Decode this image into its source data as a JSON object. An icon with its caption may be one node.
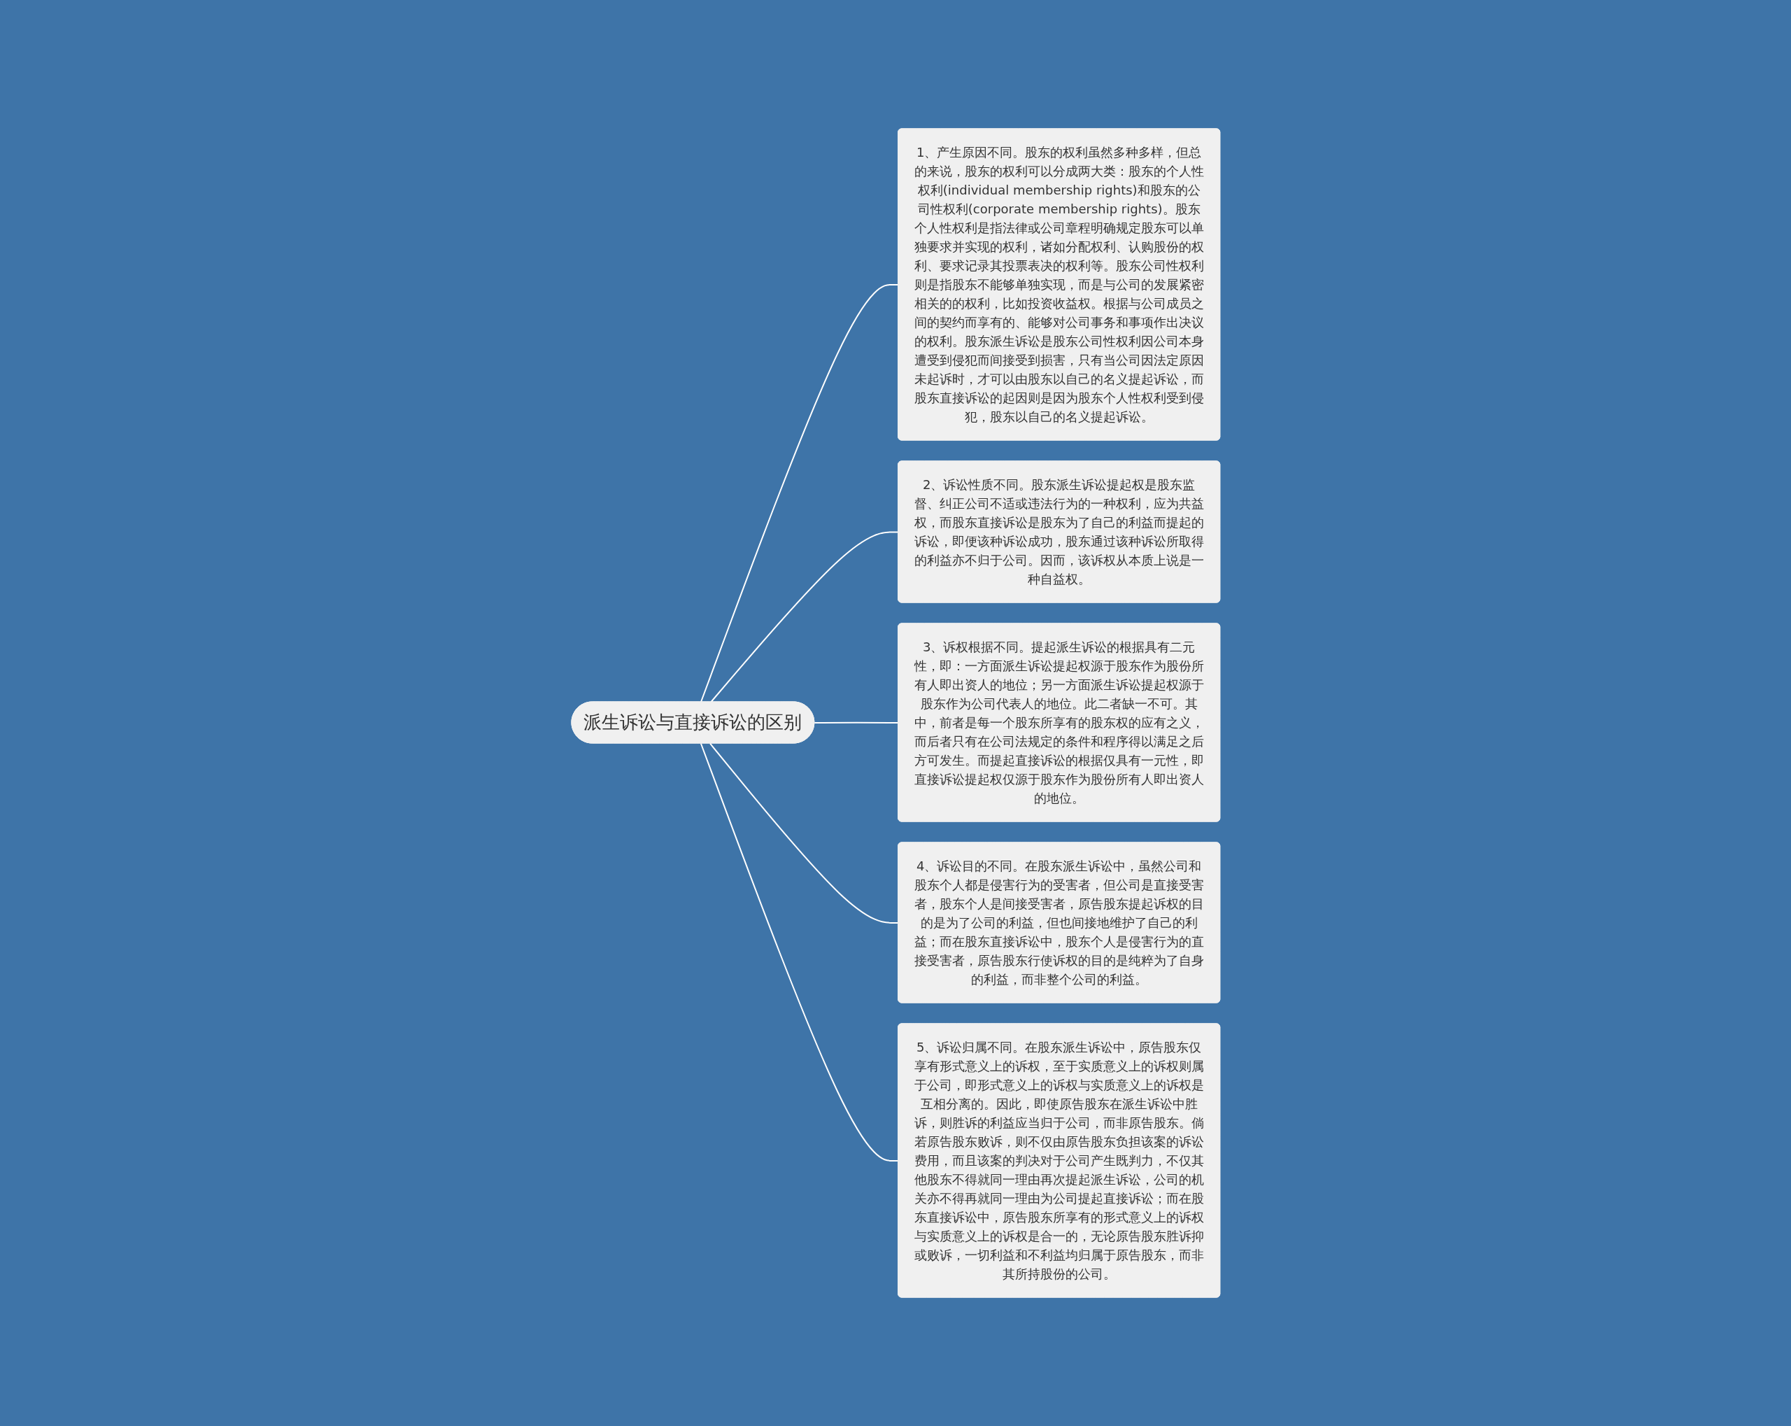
{
  "diagram": {
    "nodes": [
      {
        "text": [
          "派生诉讼与直接诉讼的区别"
        ]
      },
      {
        "text": [
          "1、产生原因不同。股东的权利虽然多种多样，但总的来说，股东的权利可以分成两大类：股东的个人性权利(individual membership rights)和股东的公司性权利(corporate membership rights)。股东个人性权利是指法律或公司章程明确规定股东可以单独要求并实现的权利，诸如分配权利、认购股份的权利、要求记录其投票表决的权利等。股东公司性权利则是指股东不能够单独实现，而是与公司的发展紧密相关的的权利，比如投资收益权。根据与公司成员之间的契约而享有的、能够对公司事务和事项作出决议的权利。股东派生诉讼是股东公司性权利因公司本身遭受到侵犯而间接受到损害，只有当公司因法定原因未起诉时，才可以由股东以自己的名义提起诉讼，而股东直接诉讼的起因则是因为股东个人性权利受到侵犯，股东以自己的名义提起诉讼。"
        ]
      },
      {
        "text": [
          "2、诉讼性质不同。股东派生诉讼提起权是股东监督、纠正公司不适或违法行为的一种权利，应为共益权，而股东直接诉讼是股东为了自己的利益而提起的诉讼，即便该种诉讼成功，股东通过该种诉讼所取得的利益亦不归于公司。因而，该诉权从本质上说是一种自益权。"
        ]
      },
      {
        "text": [
          "3、诉权根据不同。提起派生诉讼的根据具有二元性，即：一方面派生诉讼提起权源于股东作为股份所有人即出资人的地位；另一方面派生诉讼提起权源于股东作为公司代表人的地位。此二者缺一不可。其中，前者是每一个股东所享有的股东权的应有之义，而后者只有在公司法规定的条件和程序得以满足之后方可发生。而提起直接诉讼的根据仅具有一元性，即直接诉讼提起权仅源于股东作为股份所有人即出资人的地位。"
        ]
      },
      {
        "text": [
          "4、诉讼目的不同。在股东派生诉讼中，虽然公司和股东个人都是侵害行为的受害者，但公司是直接受害者，股东个人是间接受害者，原告股东提起诉权的目的是为了公司的利益，但也间接地维护了自己的利益；而在股东直接诉讼中，股东个人是侵害行为的直接受害者，原告股东行使诉权的目的是纯粹为了自身的利益，而非整个公司的利益。"
        ]
      },
      {
        "text": [
          "5、诉讼归属不同。在股东派生诉讼中，原告股东仅享有形式意义上的诉权，至于实质意义上的诉权则属于公司，即形式意义上的诉权与实质意义上的诉权是互相分离的。因此，即使原告股东在派生诉讼中胜诉，则胜诉的利益应当归于公司，而非原告股东。倘若原告股东败诉，则不仅由原告股东负担该案的诉讼费用，而且该案的判决对于公司产生既判力，不仅其他股东不得就同一理由再次提起派生诉讼，公司的机关亦不得再就同一理由为公司提起直接诉讼；而在股东直接诉讼中，原告股东所享有的形式意义上的诉权与实质意义上的诉权是合一的，无论原告股东胜诉抑或败诉，一切利益和不利益均归属于原告股东，而非其所持股份的公司。"
        ]
      }
    ],
    "edges": [
      {
        "from": 0,
        "to": 1,
        "arrow": "none"
      },
      {
        "from": 0,
        "to": 2,
        "arrow": "none"
      },
      {
        "from": 0,
        "to": 3,
        "arrow": "none"
      },
      {
        "from": 0,
        "to": 4,
        "arrow": "none"
      },
      {
        "from": 0,
        "to": 5,
        "arrow": "none"
      }
    ]
  }
}
